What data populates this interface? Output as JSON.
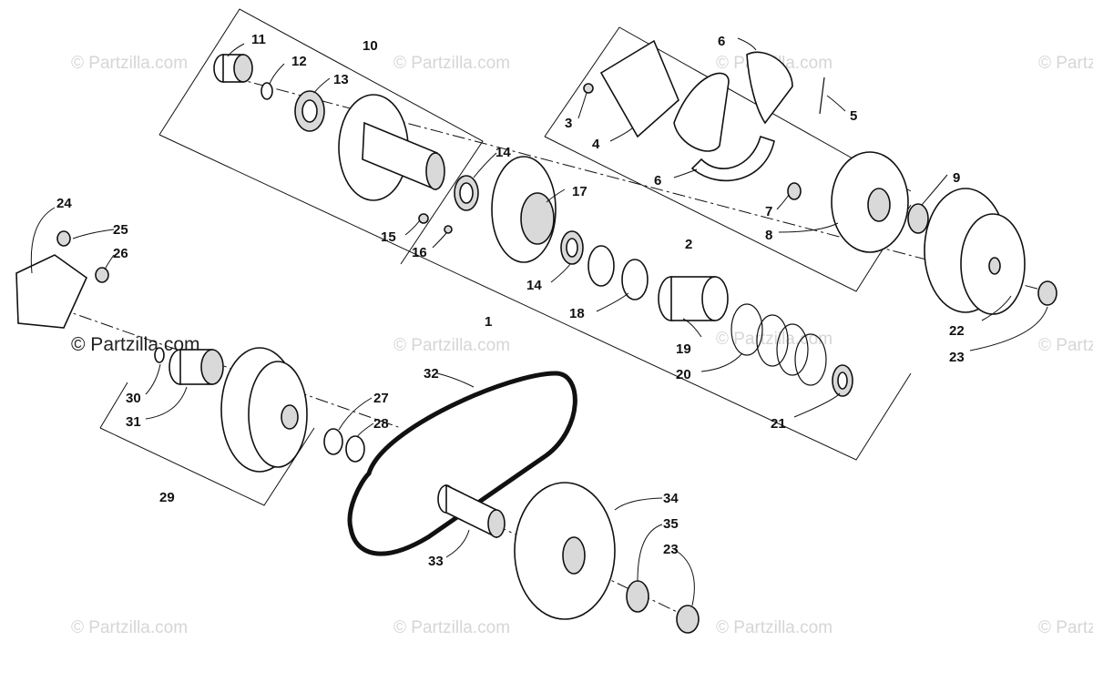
{
  "watermark": {
    "text": "© Partzilla.com",
    "prominent_text": "© Partzilla.com"
  },
  "callouts": [
    {
      "id": "c1",
      "label": "1"
    },
    {
      "id": "c2",
      "label": "2"
    },
    {
      "id": "c3",
      "label": "3"
    },
    {
      "id": "c4",
      "label": "4"
    },
    {
      "id": "c5",
      "label": "5"
    },
    {
      "id": "c6a",
      "label": "6"
    },
    {
      "id": "c6b",
      "label": "6"
    },
    {
      "id": "c7",
      "label": "7"
    },
    {
      "id": "c8",
      "label": "8"
    },
    {
      "id": "c9",
      "label": "9"
    },
    {
      "id": "c10",
      "label": "10"
    },
    {
      "id": "c11",
      "label": "11"
    },
    {
      "id": "c12",
      "label": "12"
    },
    {
      "id": "c13",
      "label": "13"
    },
    {
      "id": "c14a",
      "label": "14"
    },
    {
      "id": "c14b",
      "label": "14"
    },
    {
      "id": "c15",
      "label": "15"
    },
    {
      "id": "c16",
      "label": "16"
    },
    {
      "id": "c17",
      "label": "17"
    },
    {
      "id": "c18",
      "label": "18"
    },
    {
      "id": "c19",
      "label": "19"
    },
    {
      "id": "c20",
      "label": "20"
    },
    {
      "id": "c21",
      "label": "21"
    },
    {
      "id": "c22",
      "label": "22"
    },
    {
      "id": "c23a",
      "label": "23"
    },
    {
      "id": "c23b",
      "label": "23"
    },
    {
      "id": "c24",
      "label": "24"
    },
    {
      "id": "c25",
      "label": "25"
    },
    {
      "id": "c26",
      "label": "26"
    },
    {
      "id": "c27",
      "label": "27"
    },
    {
      "id": "c28",
      "label": "28"
    },
    {
      "id": "c29",
      "label": "29"
    },
    {
      "id": "c30",
      "label": "30"
    },
    {
      "id": "c31",
      "label": "31"
    },
    {
      "id": "c32",
      "label": "32"
    },
    {
      "id": "c33",
      "label": "33"
    },
    {
      "id": "c34",
      "label": "34"
    },
    {
      "id": "c35",
      "label": "35"
    }
  ]
}
